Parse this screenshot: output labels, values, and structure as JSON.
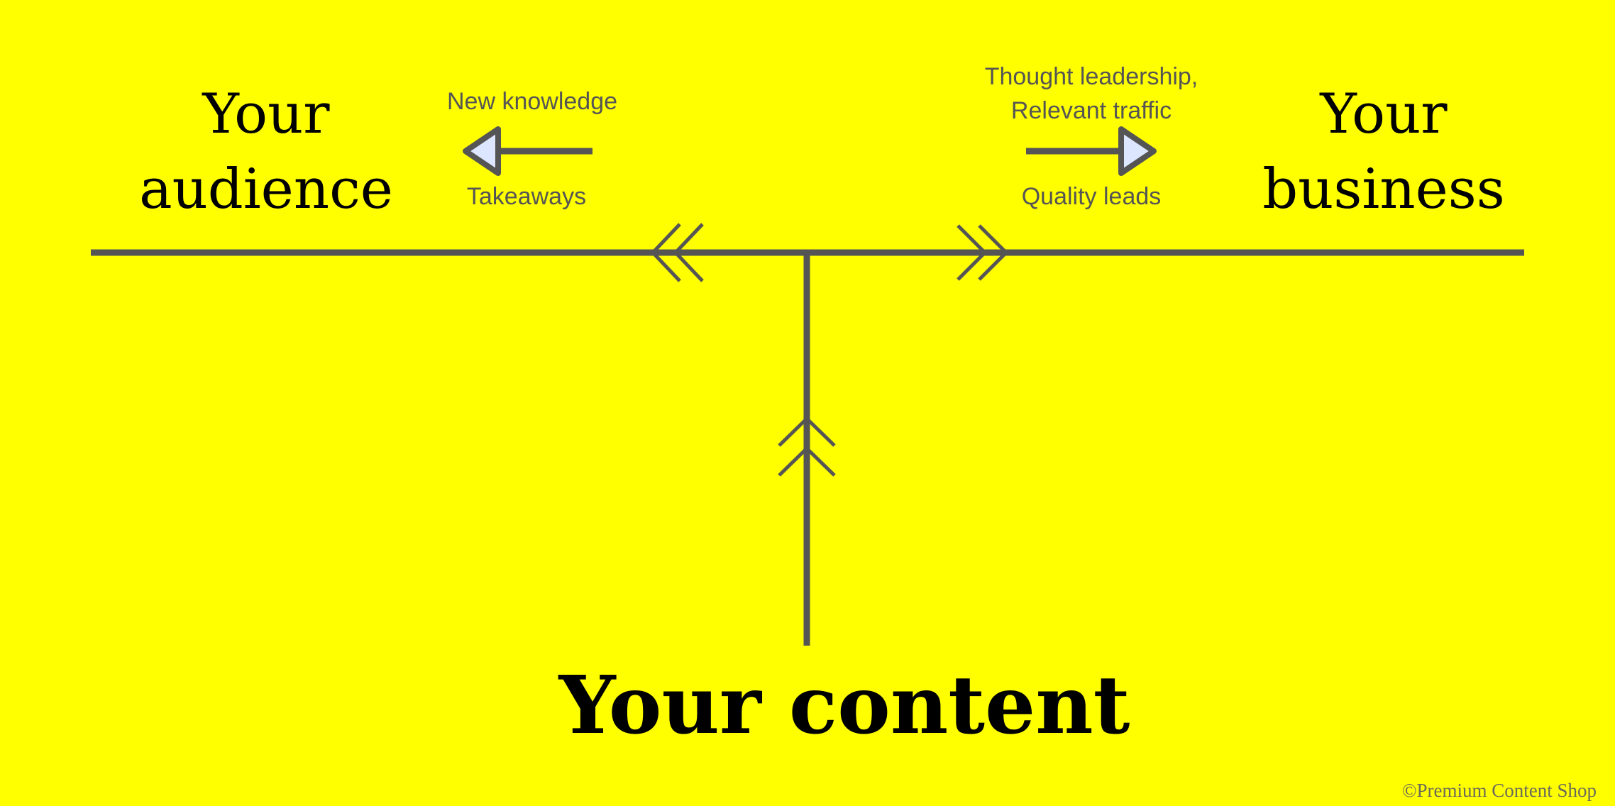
{
  "colors": {
    "background": "#ffff00",
    "line": "#555555",
    "arrow_fill": "#dde6ff",
    "title_text": "#000000",
    "label_text": "#555555"
  },
  "nodes": {
    "audience": {
      "line1": "Your",
      "line2": "audience"
    },
    "business": {
      "line1": "Your",
      "line2": "business"
    },
    "content": {
      "label": "Your content"
    }
  },
  "labels": {
    "new_knowledge": "New knowledge",
    "takeaways": "Takeaways",
    "thought_leadership": "Thought leadership,",
    "relevant_traffic": "Relevant traffic",
    "quality_leads": "Quality leads"
  },
  "footer": {
    "copyright": "©Premium Content Shop"
  }
}
